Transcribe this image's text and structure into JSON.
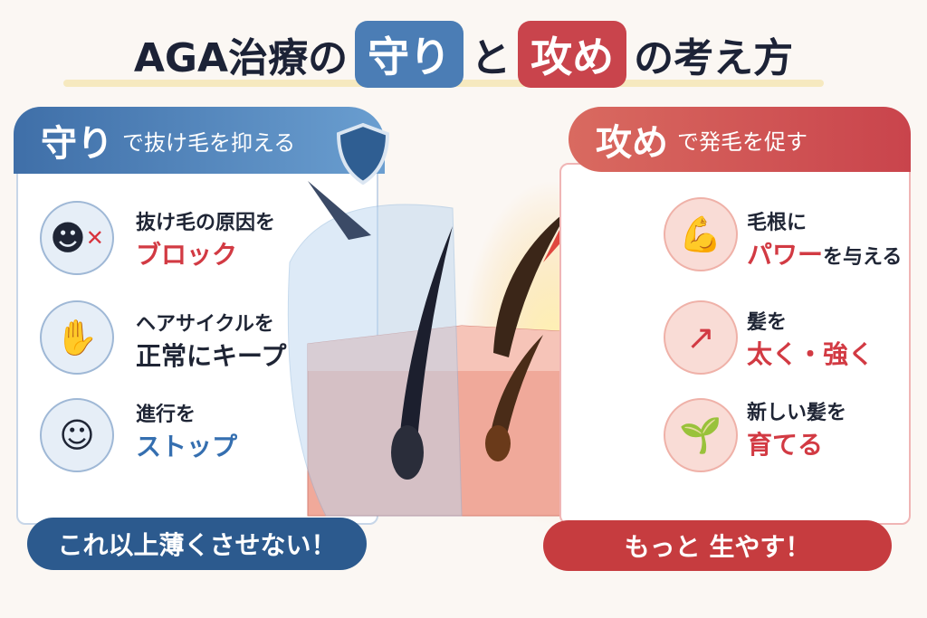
{
  "title": {
    "part1": "AGA治療の",
    "defense": "守り",
    "and": "と",
    "offense": "攻め",
    "part2": "の考え方"
  },
  "left": {
    "header_big": "守り",
    "header_small": "で抜け毛を抑える",
    "items": [
      {
        "line1": "抜け毛の原因を",
        "line2": "ブロック",
        "icon": "blocked-villain-icon"
      },
      {
        "line1": "ヘアサイクルを",
        "line2": "正常にキープ",
        "icon": "stop-hand-icon"
      },
      {
        "line1": "進行を",
        "line2": "ストップ",
        "icon": "relaxed-person-icon"
      }
    ],
    "footer": "これ以上薄くさせない！"
  },
  "right": {
    "header_big": "攻め",
    "header_small": "で発毛を促す",
    "items": [
      {
        "line1": "毛根に",
        "line2a": "パワー",
        "line2b": "を与える",
        "icon": "flexed-arm-icon"
      },
      {
        "line1": "髪を",
        "line2": "太く・強く",
        "icon": "strong-hair-icon"
      },
      {
        "line1": "新しい髪を",
        "line2": "育てる",
        "icon": "sprouting-hair-icon"
      }
    ],
    "footer": "もっと 生やす！"
  },
  "colors": {
    "blue": "#4b7db5",
    "red": "#c9444c",
    "navy": "#2c5a8e"
  }
}
